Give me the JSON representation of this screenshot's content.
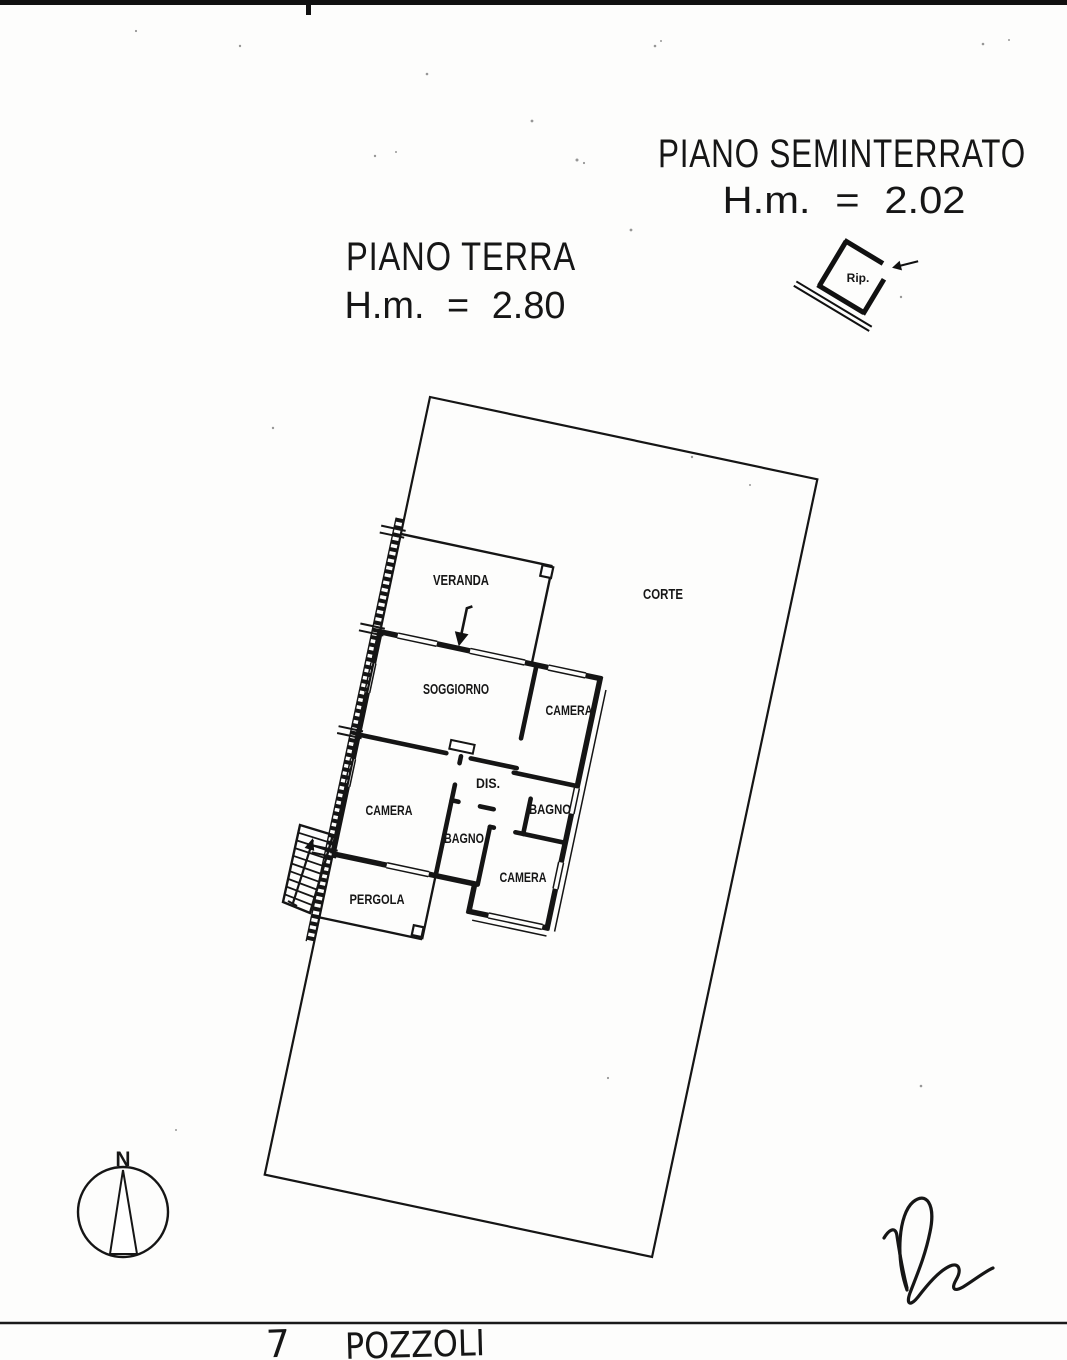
{
  "document": {
    "floor_upper": {
      "title": "PIANO SEMINTERRATO",
      "height": "H.m. = 2.02",
      "room": "Rip."
    },
    "floor_ground": {
      "title": "PIANO TERRA",
      "height": "H.m. = 2.80"
    },
    "plan_rooms": {
      "veranda": "VERANDA",
      "corte": "CORTE",
      "soggiorno": "SOGGIORNO",
      "camera_nord": "CAMERA",
      "dis": "DIS.",
      "bagno_est": "BAGNO",
      "camera_ovest": "CAMERA",
      "bagno_centro": "BAGNO",
      "camera_sud": "CAMERA",
      "pergola": "PERGOLA"
    },
    "compass": {
      "north": "N"
    },
    "footer": {
      "number": "7",
      "name": "POZZOLI"
    }
  }
}
